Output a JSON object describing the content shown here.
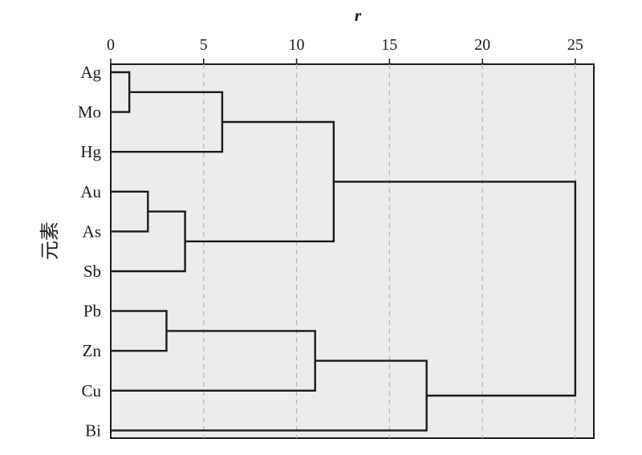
{
  "chart_data": {
    "type": "dendrogram",
    "title": "",
    "xlabel": "r",
    "ylabel": "元素",
    "xlim": [
      0,
      26
    ],
    "xticks": [
      0,
      5,
      10,
      15,
      20,
      25
    ],
    "grid": true,
    "leaves": [
      "Ag",
      "Mo",
      "Hg",
      "Au",
      "As",
      "Sb",
      "Pb",
      "Zn",
      "Cu",
      "Bi"
    ],
    "merges": [
      {
        "a": "Ag",
        "b": "Mo",
        "height": 1
      },
      {
        "a": "Au",
        "b": "As",
        "height": 2
      },
      {
        "a": "Pb",
        "b": "Zn",
        "height": 3
      },
      {
        "a": "Au,As",
        "b": "Sb",
        "height": 4
      },
      {
        "a": "Ag,Mo",
        "b": "Hg",
        "height": 6
      },
      {
        "a": "Pb,Zn",
        "b": "Cu",
        "height": 11
      },
      {
        "a": "Ag,Mo,Hg",
        "b": "Au,As,Sb",
        "height": 12
      },
      {
        "a": "Pb,Zn,Cu",
        "b": "Bi",
        "height": 17
      },
      {
        "a": "Ag,Mo,Hg,Au,As,Sb",
        "b": "Pb,Zn,Cu,Bi",
        "height": 25
      }
    ],
    "colors": {
      "plot_background": "#ececec",
      "line": "#1a1a1a",
      "grid": "#b5b5b5"
    }
  }
}
